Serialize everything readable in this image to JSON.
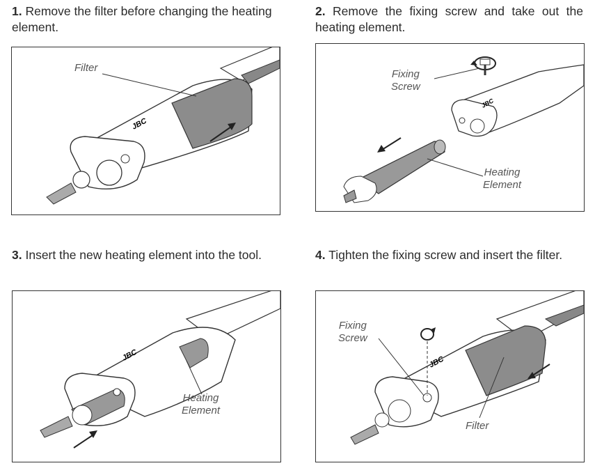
{
  "steps": [
    {
      "number": "1.",
      "text": "Remove the filter before changing the heating element."
    },
    {
      "number": "2.",
      "text": "Remove the fixing screw and take out the heating element."
    },
    {
      "number": "3.",
      "text": "Insert the new heating element into the tool."
    },
    {
      "number": "4.",
      "text": "Tighten the fixing screw and insert the filter."
    }
  ],
  "labels": {
    "filter": "Filter",
    "fixing_1": "Fixing",
    "fixing_2": "Screw",
    "heating_1": "Heating",
    "heating_2": "Element",
    "brand": "JBC"
  },
  "colors": {
    "filter_gray": "#8c8c8c",
    "element_gray": "#999999",
    "line": "#333333"
  }
}
